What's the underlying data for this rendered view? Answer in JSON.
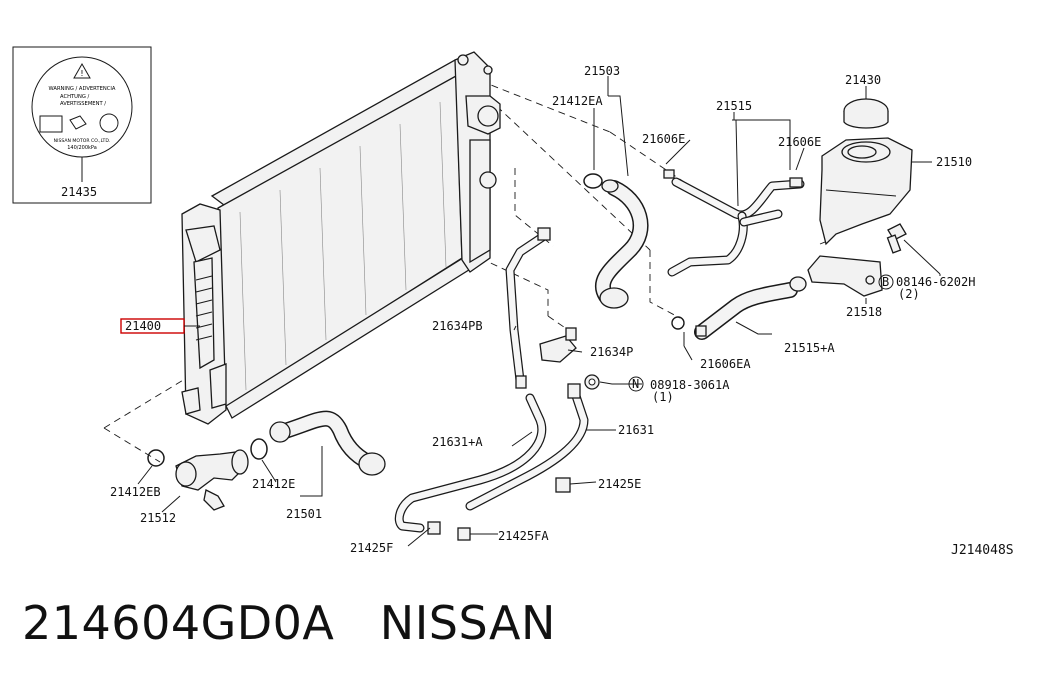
{
  "diagram": {
    "reference_code": "J214048S",
    "highlight_color": "#cc0000",
    "labels": {
      "p21400": "21400",
      "p21435": "21435",
      "p21503": "21503",
      "p21412EA": "21412EA",
      "p21515": "21515",
      "p21430": "21430",
      "p21606E_a": "21606E",
      "p21606E_b": "21606E",
      "p21510": "21510",
      "p08146_6202H": "08146-6202H",
      "p08146_qty": "(2)",
      "p21518": "21518",
      "p21634PB": "21634PB",
      "p21634P": "21634P",
      "p21606EA": "21606EA",
      "p21515A": "21515+A",
      "p08918_3061A": "08918-3061A",
      "p08918_qty": "(1)",
      "p21631": "21631",
      "p21631A": "21631+A",
      "p21425E": "21425E",
      "p21412EB": "21412EB",
      "p21512": "21512",
      "p21412E": "21412E",
      "p21501": "21501",
      "p21425F": "21425F",
      "p21425FA": "21425FA",
      "bolt_prefix_B": "B",
      "nut_prefix_N": "N"
    },
    "cap_label_lines": [
      "WARNING / ADVERTENCIA",
      "ACHTUNG /",
      "AVERTISSEMENT /",
      "NISSAN MOTOR CO.,LTD.",
      "140/200kPa"
    ]
  },
  "footer": {
    "part_number": "214604GD0A",
    "brand": "NISSAN"
  }
}
